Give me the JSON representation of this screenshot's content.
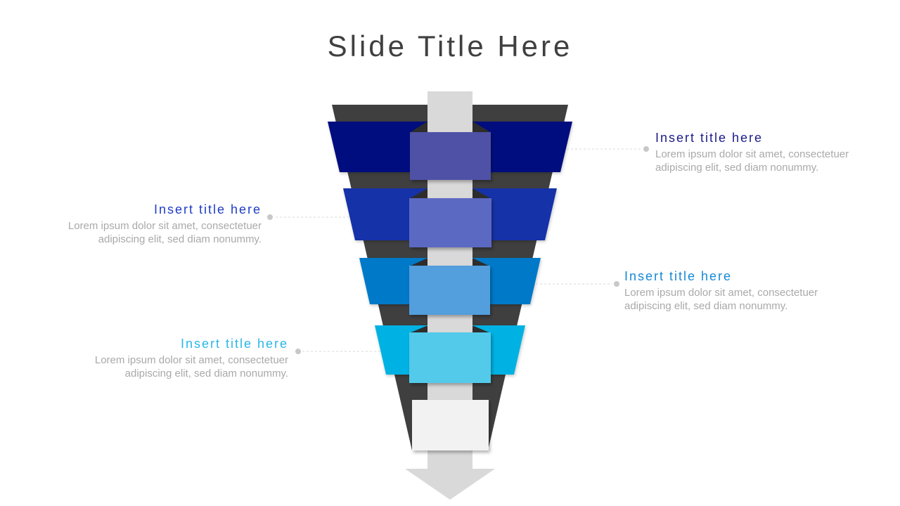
{
  "slide_title": "Slide Title Here",
  "colors": {
    "slide_title": "#404040",
    "funnel_body": "#3F3F3F",
    "fold_shadow": "#2D2D2D",
    "arrow": "#D9D9D9",
    "final_box": "#F2F2F2",
    "leader_line": "#D9D9D9",
    "leader_dot": "#C8C8C8",
    "body_text": "#A9A9A9"
  },
  "funnel": {
    "stages": [
      {
        "band_color": "#03077F",
        "box_color": "#4F51A6"
      },
      {
        "band_color": "#1830A8",
        "box_color": "#5C69C2"
      },
      {
        "band_color": "#0679C8",
        "box_color": "#539EDC"
      },
      {
        "band_color": "#04B2E3",
        "box_color": "#52CAEA"
      }
    ]
  },
  "callouts": [
    {
      "side": "right",
      "title": "Insert title here",
      "title_color": "#1A1A8C",
      "body": "Lorem ipsum dolor sit amet, consectetuer adipiscing elit, sed diam nonummy."
    },
    {
      "side": "left",
      "title": "Insert title here",
      "title_color": "#1F3CC5",
      "body": "Lorem ipsum dolor sit amet, consectetuer adipiscing elit, sed diam nonummy."
    },
    {
      "side": "right",
      "title": "Insert title here",
      "title_color": "#1489D4",
      "body": "Lorem ipsum dolor sit amet, consectetuer adipiscing elit, sed diam nonummy."
    },
    {
      "side": "left",
      "title": "Insert title here",
      "title_color": "#29B6E8",
      "body": "Lorem ipsum dolor sit amet, consectetuer adipiscing elit, sed diam nonummy."
    }
  ]
}
